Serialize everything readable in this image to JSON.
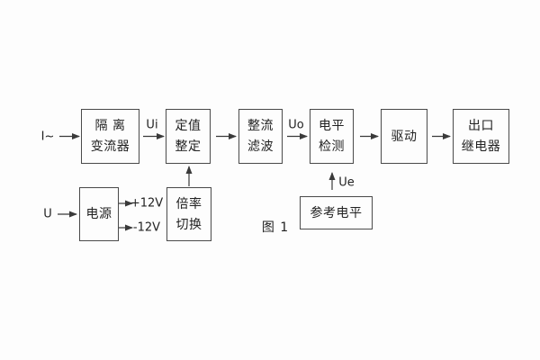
{
  "figure": {
    "caption": "图 1"
  },
  "nodes": {
    "isolation": {
      "line1": "隔 离",
      "line2": "变流器"
    },
    "setting": {
      "line1": "定值",
      "line2": "整定"
    },
    "rectify": {
      "line1": "整流",
      "line2": "滤波"
    },
    "level": {
      "line1": "电平",
      "line2": "检测"
    },
    "drive": {
      "line1": "驱动"
    },
    "output": {
      "line1": "出口",
      "line2": "继电器"
    },
    "power": {
      "line1": "电源"
    },
    "ratio": {
      "line1": "倍率",
      "line2": "切换"
    },
    "reference": {
      "line1": "参考电平"
    }
  },
  "labels": {
    "input_current": "I~",
    "input_voltage": "U",
    "ui": "Ui",
    "uo": "Uo",
    "ue": "Ue",
    "plus_12v": "+12V",
    "minus_12v": "-12V"
  },
  "colors": {
    "line": "#3a3a3a",
    "border": "#4a4a4a",
    "text": "#222222",
    "background": "#fdfdfd"
  }
}
